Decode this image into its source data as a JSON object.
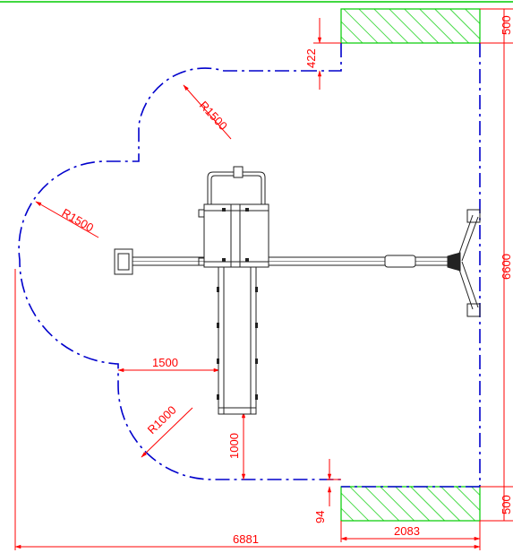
{
  "colors": {
    "boundary": "#0000cc",
    "dimension": "#ff0000",
    "hatch": "#00cc00",
    "equipment": "#222222",
    "frame": "#00cc00"
  },
  "labels": {
    "r1500_top": "R1500",
    "r1500_left": "R1500",
    "r1000": "R1000",
    "d422": "422",
    "d500_top": "500",
    "d500_bottom": "500",
    "d6600": "6600",
    "d1500": "1500",
    "d1000": "1000",
    "d94": "94",
    "d2083": "2083",
    "d6881": "6881"
  }
}
